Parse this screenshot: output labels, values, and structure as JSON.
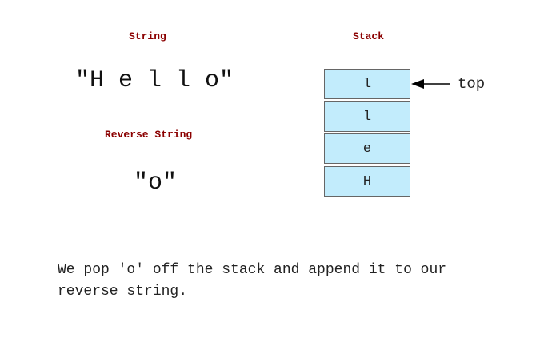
{
  "labels": {
    "string": "String",
    "stack": "Stack",
    "reverse_string": "Reverse String"
  },
  "string_value": "\"H e l l o\"",
  "reverse_value": "\"o\"",
  "stack": {
    "items_top_to_bottom": [
      "l",
      "l",
      "e",
      "H"
    ],
    "pointer_label": "top"
  },
  "description": "We pop 'o' off the stack and append it to our\nreverse string.",
  "colors": {
    "label": "#8b0000",
    "box_fill": "#c2ecfc",
    "box_border": "#666666"
  }
}
